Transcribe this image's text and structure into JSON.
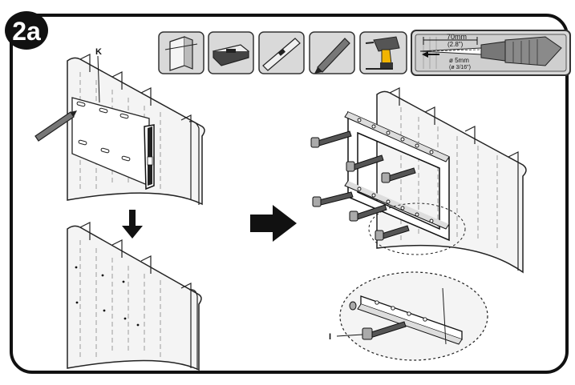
{
  "step": {
    "badge": "2a"
  },
  "callouts": {
    "template": "K",
    "lag_bolt": "I"
  },
  "tools": [
    {
      "icon": "stud-finder-icon"
    },
    {
      "icon": "level-tool-icon"
    },
    {
      "icon": "spirit-level-icon"
    },
    {
      "icon": "pencil-icon"
    },
    {
      "icon": "drill-icon"
    },
    {
      "icon": "drill-bit-icon"
    }
  ],
  "drill_spec": {
    "depth_metric": "70mm",
    "depth_imperial": "(2.8\")",
    "bit_metric": "ø 5mm",
    "bit_imperial": "(ø 3/16\")"
  },
  "colors": {
    "outline": "#222222",
    "arrow": "#111111",
    "tool_tile_bg": "#d9d9d9",
    "wall": "#ffffff"
  }
}
